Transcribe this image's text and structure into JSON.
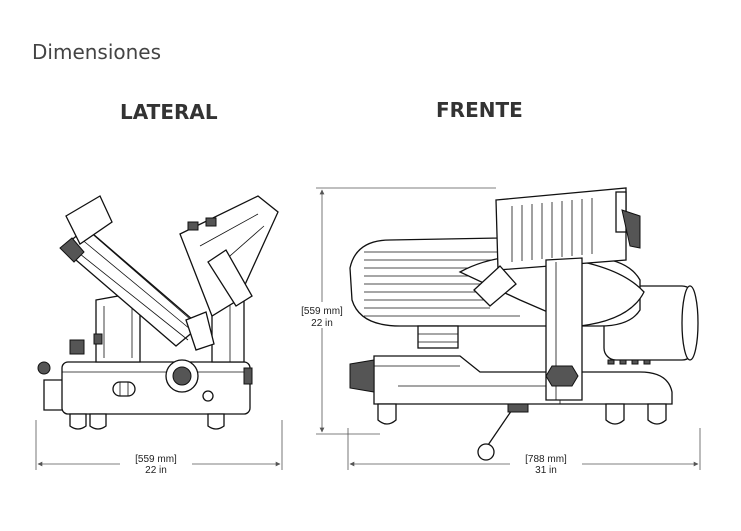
{
  "section": {
    "title": "Dimensiones"
  },
  "views": {
    "side": {
      "label": "LATERAL"
    },
    "front": {
      "label": "FRENTE"
    }
  },
  "dimensions": {
    "side_width": {
      "mm": "[559 mm]",
      "in": "22 in"
    },
    "front_height": {
      "mm": "[559 mm]",
      "in": "22 in"
    },
    "front_width": {
      "mm": "[788 mm]",
      "in": "31 in"
    }
  },
  "colors": {
    "line": "#111111",
    "dimension": "#555555",
    "text": "#333333"
  }
}
